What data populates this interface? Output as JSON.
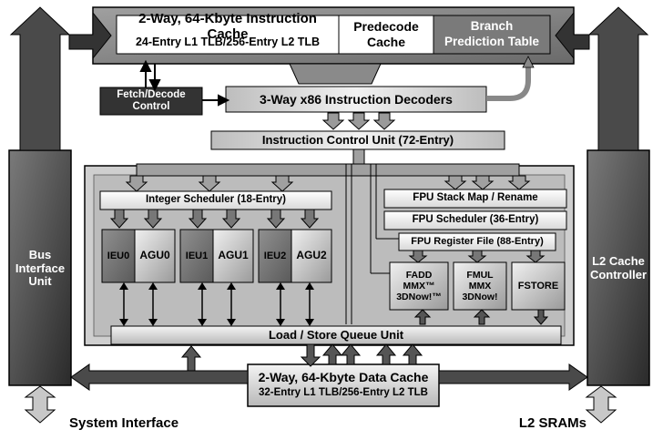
{
  "diagram": {
    "icache_line1": "2-Way, 64-Kbyte Instruction Cache",
    "icache_line2": "24-Entry L1 TLB/256-Entry L2 TLB",
    "predecode_line1": "Predecode",
    "predecode_line2": "Cache",
    "branch_line1": "Branch",
    "branch_line2": "Prediction Table",
    "fetch_decode": "Fetch/Decode\nControl",
    "decoders": "3-Way x86 Instruction Decoders",
    "icu": "Instruction Control Unit (72-Entry)",
    "int_scheduler": "Integer Scheduler (18-Entry)",
    "fpu_stack_map": "FPU Stack Map / Rename",
    "fpu_scheduler": "FPU Scheduler (36-Entry)",
    "fpu_register_file": "FPU Register File (88-Entry)",
    "ieu0": "IEU0",
    "agu0": "AGU0",
    "ieu1": "IEU1",
    "agu1": "AGU1",
    "ieu2": "IEU2",
    "agu2": "AGU2",
    "fadd": "FADD\nMMX™\n3DNow!™",
    "fmul": "FMUL\nMMX\n3DNow!",
    "fstore": "FSTORE",
    "lsq": "Load / Store Queue Unit",
    "dcache_line1": "2-Way, 64-Kbyte Data Cache",
    "dcache_line2": "32-Entry L1 TLB/256-Entry L2 TLB",
    "biu": "Bus\nInterface\nUnit",
    "l2_controller": "L2 Cache\nController",
    "system_interface": "System Interface",
    "l2_srams": "L2 SRAMs"
  }
}
